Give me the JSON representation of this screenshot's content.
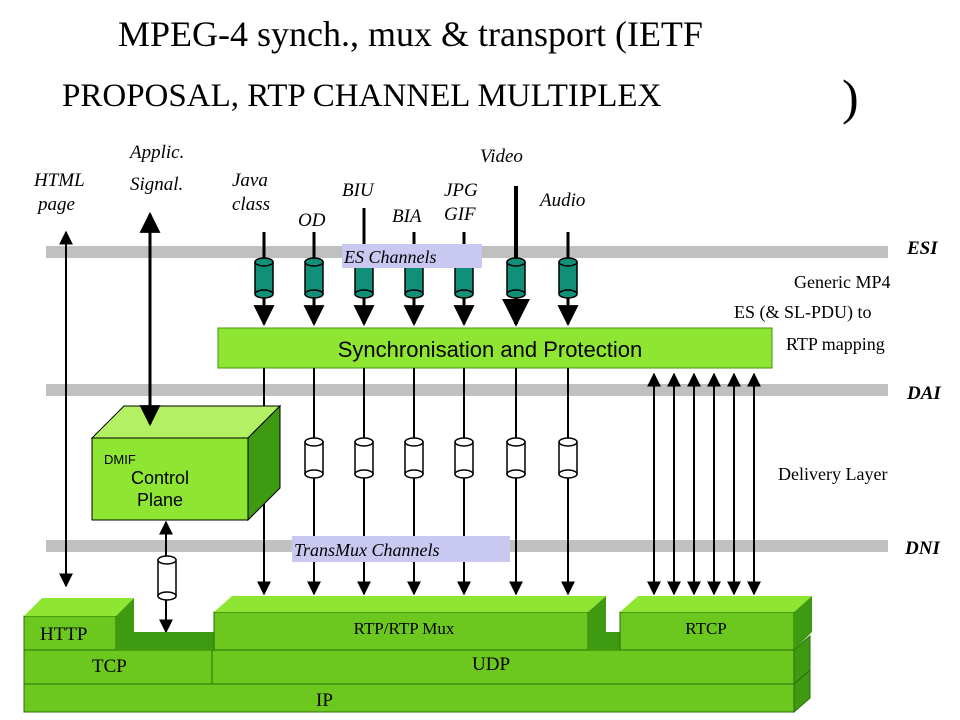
{
  "title": {
    "line1": "MPEG-4 synch., mux & transport (IETF",
    "line2": "PROPOSAL, RTP CHANNEL MULTIPLEX",
    "paren": ")"
  },
  "streams": {
    "html_page": [
      "HTML",
      "page"
    ],
    "applic_signal": [
      "Applic.",
      "Signal."
    ],
    "java_class": [
      "Java",
      "class"
    ],
    "od": "OD",
    "biu": "BIU",
    "bia": "BIA",
    "jpg_gif": [
      "JPG",
      "GIF"
    ],
    "video": "Video",
    "audio": "Audio"
  },
  "interfaces": {
    "esi": "ESI",
    "dai": "DAI",
    "dni": "DNI"
  },
  "labels": {
    "es_channels": "ES Channels",
    "transmux_channels": "TransMux Channels",
    "sync_protection": "Synchronisation and Protection",
    "generic_mapping": [
      "Generic MP4",
      "ES (& SL-PDU) to",
      "RTP  mapping"
    ],
    "delivery_layer": "Delivery Layer",
    "dmif_control": [
      "DMIF",
      "Control",
      "Plane"
    ]
  },
  "stack": {
    "http": "HTTP",
    "rtp_mux": "RTP/RTP Mux",
    "rtcp": "RTCP",
    "tcp": "TCP",
    "udp": "UDP",
    "ip": "IP"
  },
  "colors": {
    "green_bright": "#8ee632",
    "green_dark": "#3e9a10",
    "channel_teal": "#109078",
    "bar_gray": "#c0c0c0",
    "label_bg": "#c8c8f0"
  }
}
